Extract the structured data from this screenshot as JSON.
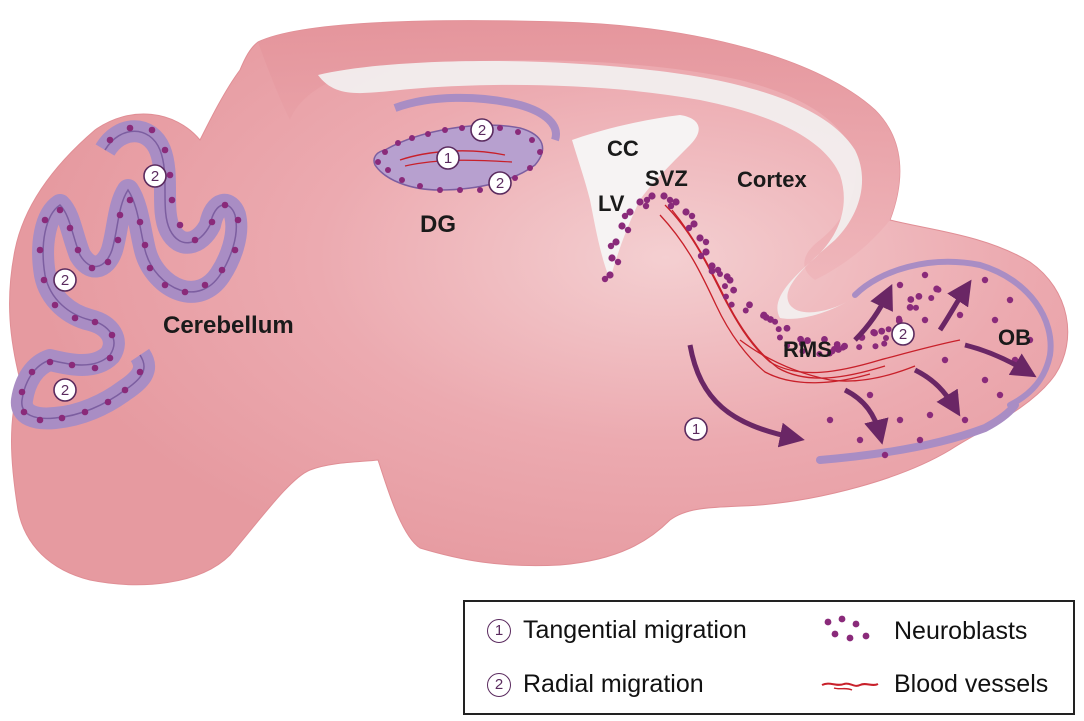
{
  "labels": {
    "cerebellum": "Cerebellum",
    "dg": "DG",
    "cc": "CC",
    "svz": "SVZ",
    "lv": "LV",
    "cortex": "Cortex",
    "rms": "RMS",
    "ob": "OB"
  },
  "badges": {
    "one": "1",
    "two": "2"
  },
  "legend": {
    "tangential": "Tangential migration",
    "radial": "Radial migration",
    "neuroblasts": "Neuroblasts",
    "blood_vessels": "Blood vessels"
  },
  "colors": {
    "brain_fill": "#ea9ba0",
    "brain_light": "#f3c0c3",
    "ventricle": "#f4f0f0",
    "layer_purple": "#a98dc4",
    "neuroblast": "#8a2a7a",
    "arrow": "#6a2665",
    "vessel": "#c8202a"
  }
}
